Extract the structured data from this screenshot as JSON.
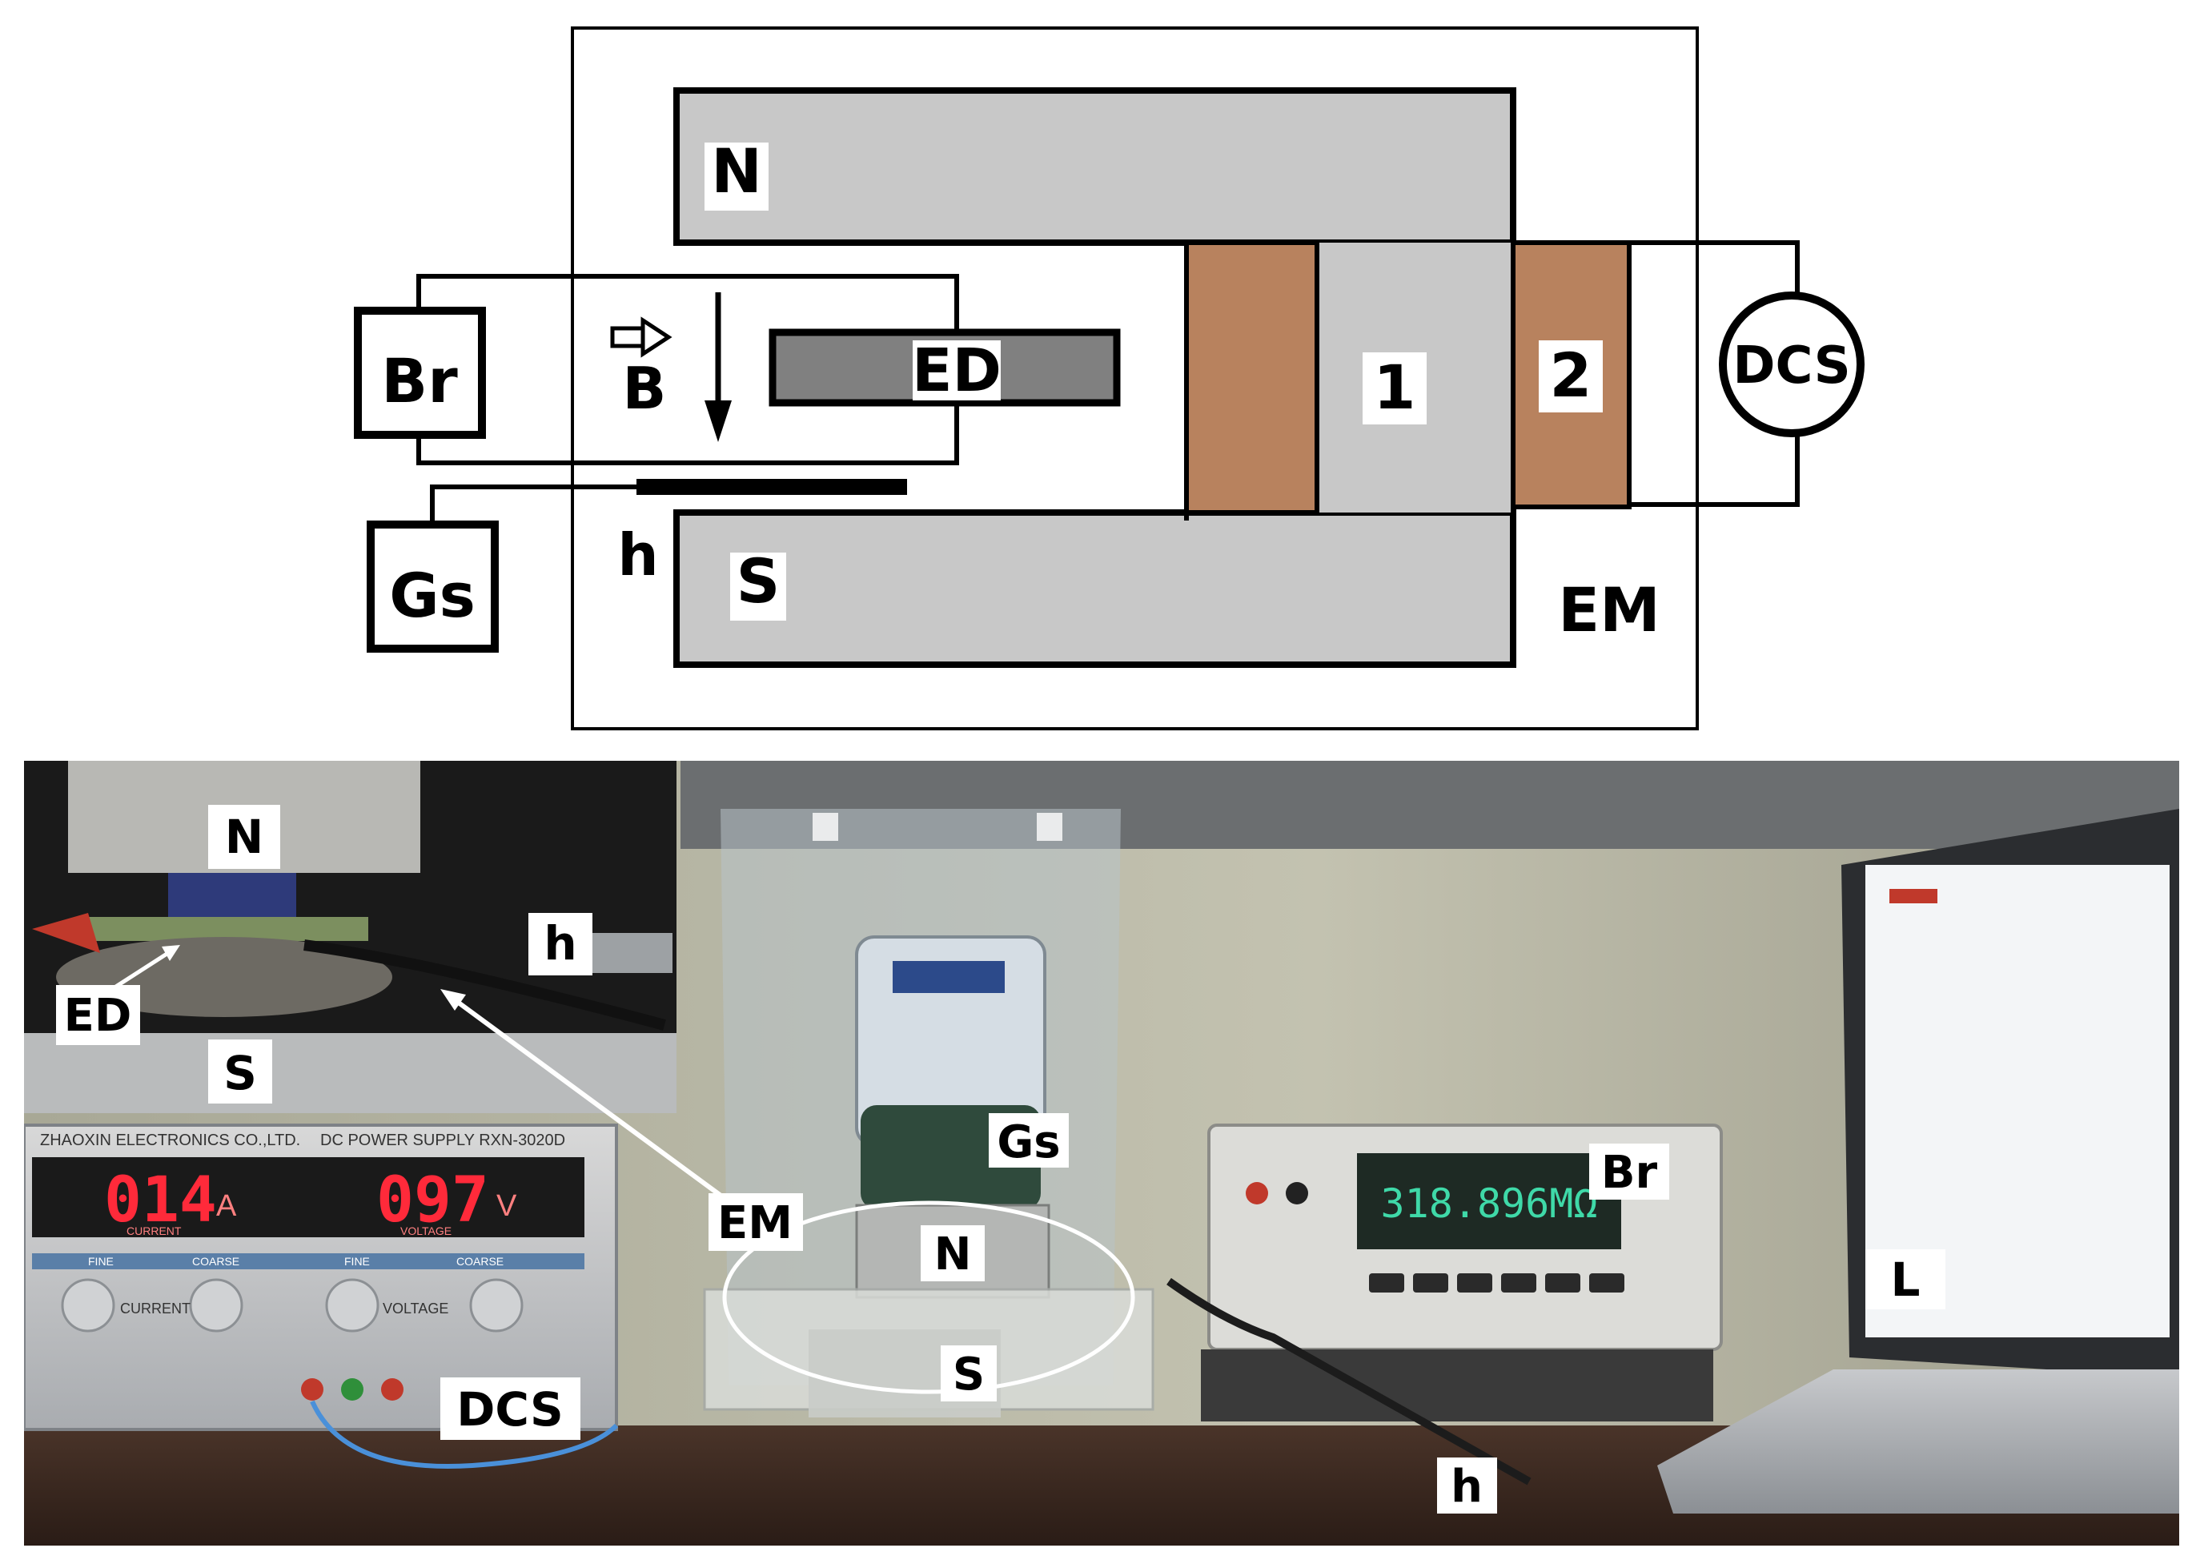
{
  "diagram": {
    "labels": {
      "N": "N",
      "S": "S",
      "Br": "Br",
      "Gs": "Gs",
      "B": "B",
      "ED": "ED",
      "h": "h",
      "coil1": "1",
      "coil2": "2",
      "DCS": "DCS",
      "EM": "EM"
    }
  },
  "photo": {
    "labels": {
      "N_inset": "N",
      "h_inset": "h",
      "ED": "ED",
      "S_inset": "S",
      "Gs": "Gs",
      "EM": "EM",
      "N": "N",
      "S": "S",
      "Br": "Br",
      "DCS": "DCS",
      "h": "h",
      "L": "L"
    },
    "power_supply": {
      "brand": "ZHAOXIN ELECTRONICS CO.,LTD.",
      "model": "DC POWER SUPPLY  RXN-3020D",
      "current_reading": "014",
      "current_unit": "A",
      "voltage_reading": "097",
      "voltage_unit": "V",
      "current_caption": "CURRENT",
      "voltage_caption": "VOLTAGE",
      "fine": "FINE",
      "coarse": "COARSE",
      "knob_current": "CURRENT",
      "knob_voltage": "VOLTAGE"
    },
    "multimeter": {
      "reading": "318.896MΩ"
    },
    "colors": {
      "coil": "#b8825e",
      "magnet": "#c8c8c8",
      "led_red": "#ff2a3a",
      "lcd_green": "#3fd9a8"
    }
  }
}
